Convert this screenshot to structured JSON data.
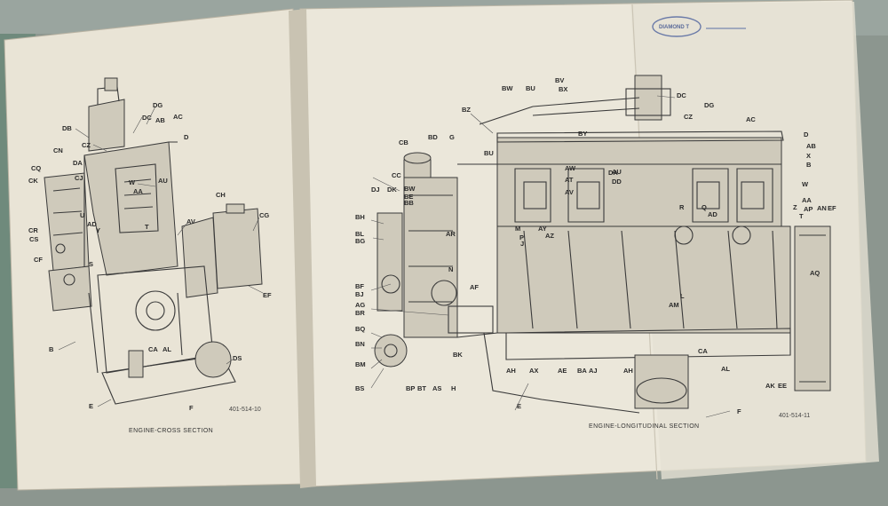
{
  "left_page": {
    "caption": "ENGINE-CROSS SECTION",
    "drawing_number": "401-514-10",
    "callouts": [
      "DG",
      "DC",
      "DB",
      "AB",
      "AC",
      "CZ",
      "D",
      "CN",
      "DA",
      "CJ",
      "CQ",
      "W",
      "AA",
      "AU",
      "CK",
      "U",
      "CR",
      "AD",
      "Y",
      "T",
      "AV",
      "CS",
      "CH",
      "CG",
      "CF",
      "S",
      "EF",
      "B",
      "CA",
      "AL",
      "DS",
      "E",
      "F"
    ]
  },
  "right_page": {
    "caption": "ENGINE-LONGITUDINAL SECTION",
    "drawing_number": "401-514-11",
    "callouts_top": [
      "BV",
      "BW",
      "BU",
      "BX",
      "DC",
      "BZ",
      "DG",
      "CZ",
      "AC",
      "BY",
      "CB",
      "BD",
      "G",
      "BU",
      "AW",
      "DA",
      "D",
      "AB",
      "X",
      "B",
      "CC",
      "AT",
      "AU",
      "DD",
      "W",
      "DJ",
      "DK",
      "BW",
      "BE",
      "BB",
      "AV",
      "AA",
      "AN",
      "EF",
      "BH",
      "R",
      "Q",
      "AD",
      "AP",
      "Z",
      "T",
      "BL",
      "BG",
      "AR",
      "M",
      "AY",
      "AZ",
      "P",
      "J",
      "AQ",
      "N",
      "BF",
      "BJ",
      "AF",
      "L",
      "AM",
      "AG",
      "BR",
      "BQ",
      "BN",
      "BM",
      "BS",
      "BP",
      "BT",
      "AS",
      "H",
      "BK",
      "AH",
      "AX",
      "AE",
      "BA",
      "AJ",
      "AH",
      "CA",
      "AL",
      "AK",
      "EE",
      "E",
      "F"
    ]
  },
  "stamp_text": "DIAMOND T"
}
